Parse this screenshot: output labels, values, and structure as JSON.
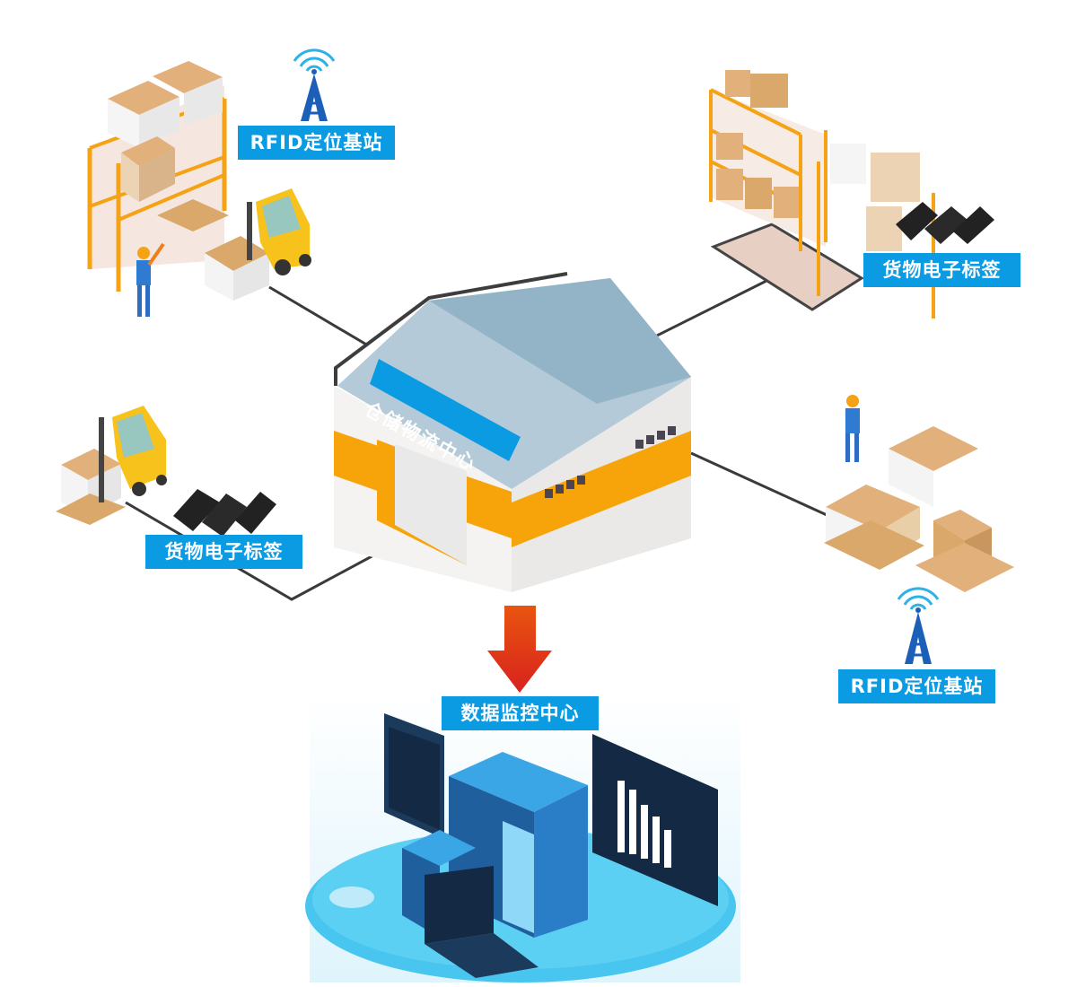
{
  "title": "仓储物流中心 RFID 系统示意图",
  "nodes": {
    "warehouse": {
      "label": "仓储物流中心"
    },
    "rfid_station_top": {
      "label": "RFID定位基站"
    },
    "tag_top_right": {
      "label": "货物电子标签"
    },
    "tag_left": {
      "label": "货物电子标签"
    },
    "rfid_station_bottom": {
      "label": "RFID定位基站"
    },
    "monitor_center": {
      "label": "数据监控中心"
    }
  },
  "colors": {
    "label_bg": "#0a9be3",
    "label_text": "#ffffff",
    "connector": "#3a3a3a",
    "arrow": "#e0301e",
    "warehouse_band": "#f7a30a",
    "roof": "#9fbdd0",
    "monitor_base": "#48c6ef"
  }
}
